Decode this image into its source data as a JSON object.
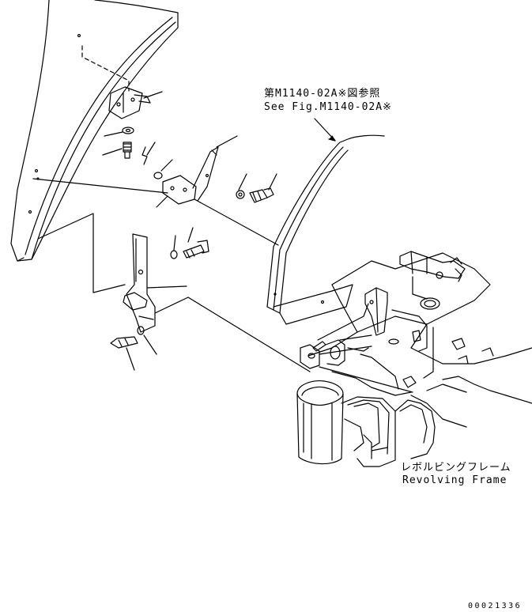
{
  "reference": {
    "jp": "第M1140-02A※図参照",
    "en": "See Fig.M1140-02A※"
  },
  "frame_label": {
    "jp": "レボルビングフレーム",
    "en": "Revolving Frame"
  },
  "doc_number": "00021336"
}
